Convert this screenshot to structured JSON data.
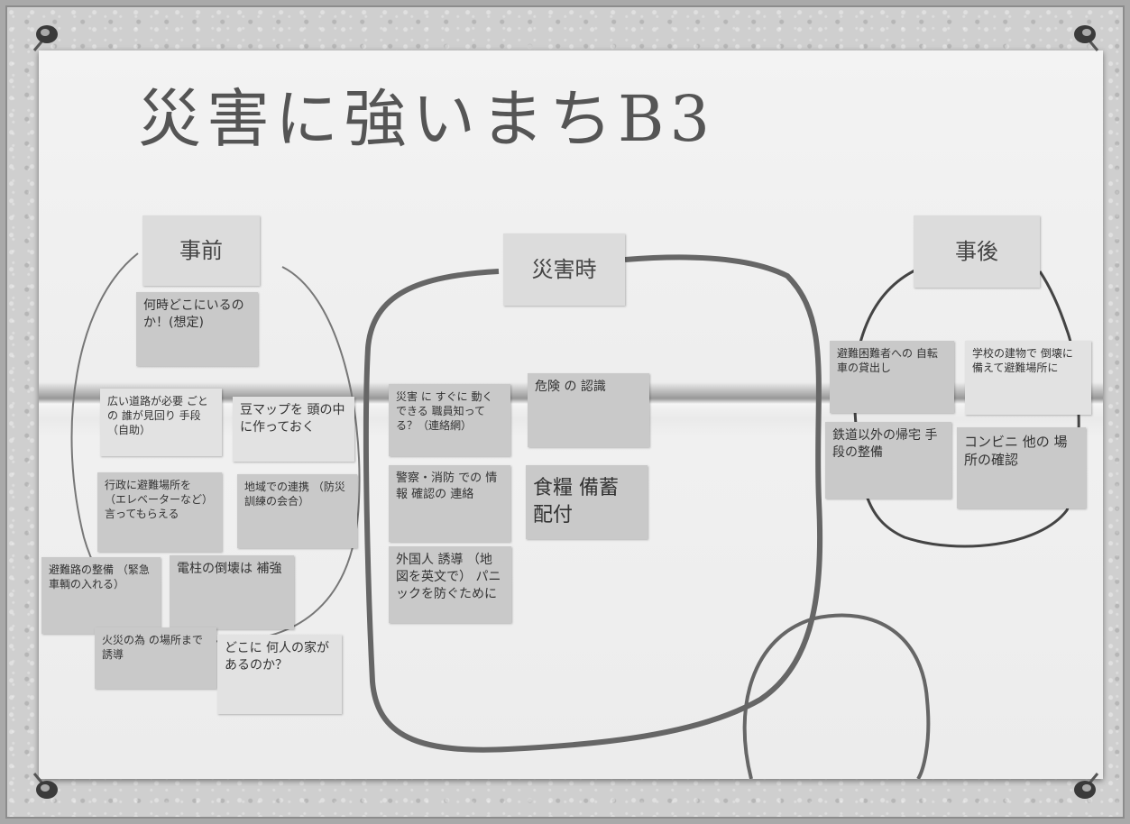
{
  "title": "災害に強いまちB3",
  "sections": {
    "before": "事前",
    "during": "災害時",
    "after": "事後"
  },
  "notes_before": [
    "何時どこにいるのか！(想定)",
    "広い道路が必要 ごとの 誰が見回り 手段（自助）",
    "豆マップを 頭の中に作っておく",
    "行政に避難場所を （エレベーターなど） 言ってもらえる",
    "地域での連携 （防災訓練の会合）",
    "避難路の整備 （緊急車輌の入れる）",
    "電柱の倒壊は 補強",
    "火災の為 の場所まで誘導",
    "どこに 何人の家が あるのか？"
  ],
  "notes_during": [
    "災害 に すぐに 動くできる 職員知ってる？（連絡網）",
    "危険 の 認識",
    "警察・消防 での 情報 確認の 連絡",
    "食糧 備蓄 配付",
    "外国人 誘導 （地図を英文で） パニックを防ぐために"
  ],
  "notes_after": [
    "避難困難者への 自転車の貸出し",
    "学校の建物で 倒壊に 備えて避難場所に",
    "鉄道以外の帰宅 手段の整備",
    "コンビニ 他の 場所の確認"
  ]
}
